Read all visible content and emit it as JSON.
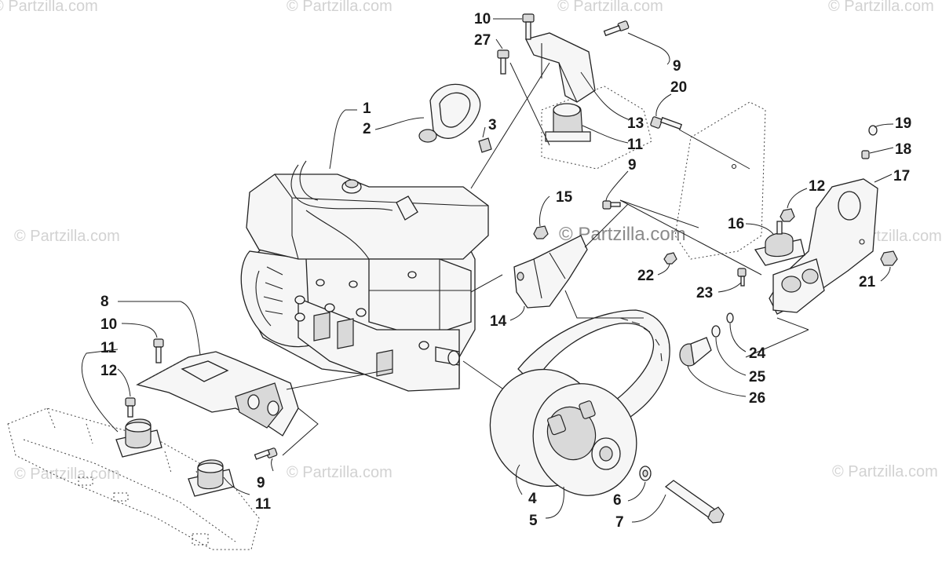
{
  "watermark": {
    "site": "© Partzilla.com",
    "center": "© Partzilla.com"
  },
  "callouts": [
    {
      "id": "c1",
      "text": "1"
    },
    {
      "id": "c2",
      "text": "2"
    },
    {
      "id": "c3",
      "text": "3"
    },
    {
      "id": "c4",
      "text": "4"
    },
    {
      "id": "c5",
      "text": "5"
    },
    {
      "id": "c6",
      "text": "6"
    },
    {
      "id": "c7",
      "text": "7"
    },
    {
      "id": "c8",
      "text": "8"
    },
    {
      "id": "c9a",
      "text": "9"
    },
    {
      "id": "c9b",
      "text": "9"
    },
    {
      "id": "c9c",
      "text": "9"
    },
    {
      "id": "c10a",
      "text": "10"
    },
    {
      "id": "c10b",
      "text": "10"
    },
    {
      "id": "c11a",
      "text": "11"
    },
    {
      "id": "c11b",
      "text": "11"
    },
    {
      "id": "c11c",
      "text": "11"
    },
    {
      "id": "c12a",
      "text": "12"
    },
    {
      "id": "c12b",
      "text": "12"
    },
    {
      "id": "c13",
      "text": "13"
    },
    {
      "id": "c14",
      "text": "14"
    },
    {
      "id": "c15",
      "text": "15"
    },
    {
      "id": "c16",
      "text": "16"
    },
    {
      "id": "c17",
      "text": "17"
    },
    {
      "id": "c18",
      "text": "18"
    },
    {
      "id": "c19",
      "text": "19"
    },
    {
      "id": "c20",
      "text": "20"
    },
    {
      "id": "c21",
      "text": "21"
    },
    {
      "id": "c22",
      "text": "22"
    },
    {
      "id": "c23",
      "text": "23"
    },
    {
      "id": "c24",
      "text": "24"
    },
    {
      "id": "c25",
      "text": "25"
    },
    {
      "id": "c26",
      "text": "26"
    },
    {
      "id": "c27",
      "text": "27"
    }
  ]
}
